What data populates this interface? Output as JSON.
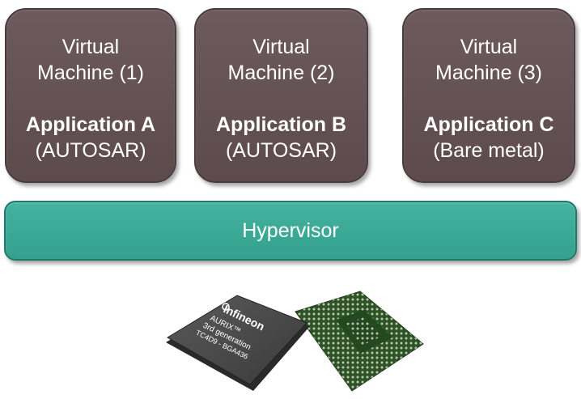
{
  "virtual_machines": [
    {
      "line1": "Virtual",
      "line2": "Machine (1)",
      "app": "Application A",
      "type": "(AUTOSAR)"
    },
    {
      "line1": "Virtual",
      "line2": "Machine (2)",
      "app": "Application B",
      "type": "(AUTOSAR)"
    },
    {
      "line1": "Virtual",
      "line2": "Machine (3)",
      "app": "Application C",
      "type": "(Bare metal)"
    }
  ],
  "hypervisor": {
    "label": "Hypervisor"
  },
  "chip": {
    "brand": "Infineon",
    "product": "AURIX™",
    "generation": "3rd generation",
    "model": "TC4D9 - BGA436"
  },
  "colors": {
    "vm_fill": "#5f4d4f",
    "hypervisor_fill": "#3aa894",
    "chip_body": "#4a4a4a",
    "chip_pcb": "#2f5a2a"
  }
}
